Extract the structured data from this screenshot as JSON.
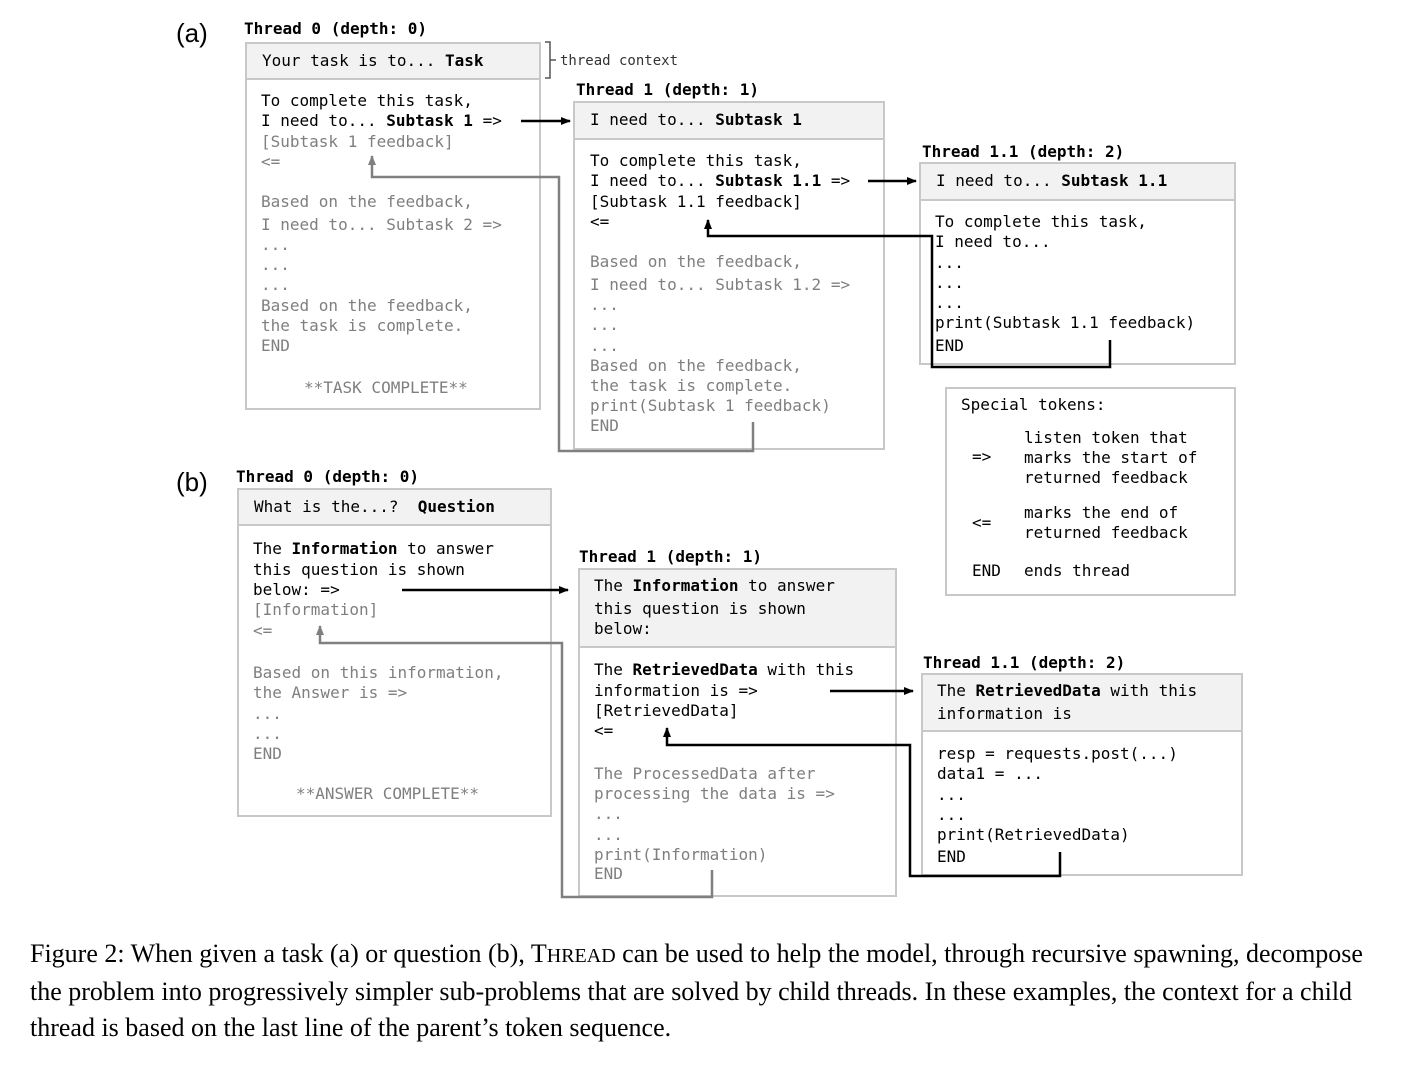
{
  "panel_a": {
    "label": "(a)",
    "thread0": {
      "title": "Thread 0 (depth: 0)",
      "head_pre": "Your task is to... ",
      "head_bold": "Task",
      "context_note": "thread context",
      "l1": "To complete this task,",
      "l2_pre": "I need to... ",
      "l2_bold": "Subtask 1",
      "l2_post": " =>",
      "l3": "[Subtask 1 feedback]",
      "l4": "<=",
      "l5": "Based on the feedback,",
      "l6": "I need to... Subtask 2 =>",
      "l7": "...",
      "l8": "...",
      "l9": "...",
      "l10": "Based on the feedback,",
      "l11": "the task is complete.",
      "l12": "END",
      "status": "**TASK COMPLETE**"
    },
    "thread1": {
      "title": "Thread 1 (depth: 1)",
      "head_pre": "I need to... ",
      "head_bold": "Subtask 1",
      "l1": "To complete this task,",
      "l2_pre": "I need to... ",
      "l2_bold": "Subtask 1.1",
      "l2_post": " =>",
      "l3": "[Subtask 1.1 feedback]",
      "l4": "<=",
      "l5": "Based on the feedback,",
      "l6": "I need to... Subtask 1.2 =>",
      "l7": "...",
      "l8": "...",
      "l9": "...",
      "l10": "Based on the feedback,",
      "l11": "the task is complete.",
      "l12": "print(Subtask 1 feedback)",
      "l13": "END"
    },
    "thread11": {
      "title": "Thread 1.1 (depth: 2)",
      "head_pre": "I need to... ",
      "head_bold": "Subtask 1.1",
      "l1": "To complete this task,",
      "l2": "I need to...",
      "l3": "...",
      "l4": "...",
      "l5": "...",
      "l6": "print(Subtask 1.1 feedback)",
      "l7": "END"
    }
  },
  "special_tokens": {
    "title": "Special tokens:",
    "t1_sym": "=>",
    "t1_desc1": "listen token that",
    "t1_desc2": "marks the start of",
    "t1_desc3": "returned feedback",
    "t2_sym": "<=",
    "t2_desc1": "marks the end of",
    "t2_desc2": "returned feedback",
    "t3_sym": "END",
    "t3_desc1": "ends thread"
  },
  "panel_b": {
    "label": "(b)",
    "thread0": {
      "title": "Thread 0 (depth: 0)",
      "head_pre": "What is the...?  ",
      "head_bold": "Question",
      "l1_pre": "The ",
      "l1_bold": "Information",
      "l1_post": " to answer",
      "l2": "this question is shown",
      "l3": "below: =>",
      "l4": "[Information]",
      "l5": "<=",
      "l6": "Based on this information,",
      "l7": "the Answer is =>",
      "l8": "...",
      "l9": "...",
      "l10": "END",
      "status": "**ANSWER COMPLETE**"
    },
    "thread1": {
      "title": "Thread 1 (depth: 1)",
      "h1_pre": "The ",
      "h1_bold": "Information",
      "h1_post": " to answer",
      "h2": "this question is shown",
      "h3": "below:",
      "l1_pre": "The ",
      "l1_bold": "RetrievedData",
      "l1_post": " with this",
      "l2": "information is =>",
      "l3": "[RetrievedData]",
      "l4": "<=",
      "l5": "The ProcessedData after",
      "l6": "processing the data is =>",
      "l7": "...",
      "l8": "...",
      "l9": "print(Information)",
      "l10": "END"
    },
    "thread11": {
      "title": "Thread 1.1 (depth: 2)",
      "h1_pre": "The ",
      "h1_bold": "RetrievedData",
      "h1_post": " with this",
      "h2": "information is",
      "l1": "resp = requests.post(...)",
      "l2": "data1 = ...",
      "l3": "...",
      "l4": "...",
      "l5": "print(RetrievedData)",
      "l6": "END"
    }
  },
  "caption": {
    "part1": "Figure 2: When given a task (a) or question (b), ",
    "name_initial": "T",
    "name_rest": "HREAD",
    "part2": " can be used to help the model, through recursive spawning, decompose the problem into progressively simpler sub-problems that are solved by child threads. In these examples, the context for a child thread is based on the last line of the parent’s token sequence."
  },
  "colors": {
    "box_border": "#c8c8c8",
    "box_head": "#f2f2f2",
    "muted_text": "#7f7f7f",
    "arrow_dark": "#000000",
    "arrow_gray": "#808080"
  }
}
